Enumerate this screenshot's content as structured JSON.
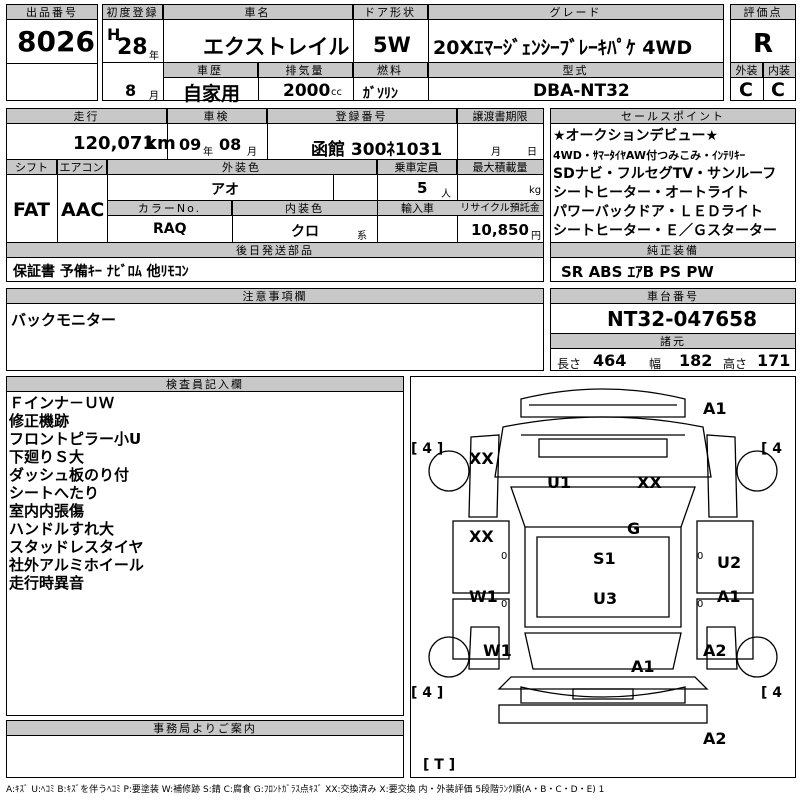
{
  "lot": {
    "label": "出品番号",
    "value": "8026"
  },
  "first_reg": {
    "label": "初度登録",
    "era": "H",
    "year": "28",
    "year_unit": "年",
    "month": "8",
    "month_unit": "月"
  },
  "car_name": {
    "label": "車名",
    "value": "エクストレイル"
  },
  "door": {
    "label": "ドア形状",
    "value": "5W"
  },
  "grade": {
    "label": "グレード",
    "value": "20Xｴﾏｰｼﾞｪﾝｼｰﾌﾞﾚｰｷﾊﾟｹ 4WD"
  },
  "score": {
    "label": "評価点",
    "value": "R"
  },
  "history": {
    "label": "車歴",
    "value": "自家用"
  },
  "displacement": {
    "label": "排気量",
    "value": "2000",
    "unit": "cc"
  },
  "fuel": {
    "label": "燃料",
    "value": "ｶﾞｿﾘﾝ"
  },
  "model": {
    "label": "型式",
    "value": "DBA-NT32"
  },
  "exterior_score": {
    "label": "外装",
    "value": "C"
  },
  "interior_score": {
    "label": "内装",
    "value": "C"
  },
  "mileage": {
    "label": "走行",
    "value": "120,071",
    "unit": "km"
  },
  "inspection": {
    "label": "車検",
    "year": "09",
    "year_unit": "年",
    "month": "08",
    "month_unit": "月"
  },
  "plate": {
    "label": "登録番号",
    "value": "函館 300ﾈ1031"
  },
  "transfer_deadline": {
    "label": "譲渡書期限",
    "month_unit": "月",
    "day_unit": "日"
  },
  "shift": {
    "label": "シフト",
    "value": "FAT"
  },
  "aircon": {
    "label": "エアコン",
    "value": "AAC"
  },
  "ext_color": {
    "label": "外装色",
    "value": "アオ"
  },
  "capacity": {
    "label": "乗車定員",
    "value": "5",
    "unit": "人"
  },
  "max_load": {
    "label": "最大積載量",
    "unit": "kg"
  },
  "color_no": {
    "label": "カラーNo.",
    "value": "RAQ"
  },
  "int_color": {
    "label": "内装色",
    "value": "クロ",
    "unit": "系"
  },
  "import": {
    "label": "輸入車"
  },
  "recycle": {
    "label": "リサイクル預託金",
    "value": "10,850",
    "unit": "円"
  },
  "later_parts": {
    "label": "後日発送部品",
    "value": "保証書 予備ｷｰ ﾅﾋﾞﾛﾑ 他ﾘﾓｺﾝ"
  },
  "sales_points": {
    "label": "セールスポイント",
    "lines": [
      "★オークションデビュー★",
      "4WD・ｻﾏｰﾀｲﾔAW付つみこみ・ｲﾝﾃﾘｷｰ",
      "SDナビ・フルセグTV・サンルーフ",
      "シートヒーター・オートライト",
      "パワーバックドア・ＬＥＤライト",
      "シートヒーター・Ｅ／Ｇスターター"
    ]
  },
  "equipment": {
    "label": "純正装備",
    "value": "SR ABS ｴｱB PS PW"
  },
  "notes": {
    "label": "注意事項欄",
    "value": "バックモニター"
  },
  "chassis": {
    "label": "車台番号",
    "value": "NT32-047658"
  },
  "specs": {
    "label": "諸元",
    "length_label": "長さ",
    "length": "464",
    "width_label": "幅",
    "width": "182",
    "height_label": "高さ",
    "height": "171"
  },
  "inspector": {
    "label": "検査員記入欄",
    "lines": [
      "Ｆインナ－ＵＷ",
      "修正機跡",
      "フロントピラー小U",
      "下廻りＳ大",
      "ダッシュ板のり付",
      "シートへたり",
      "室内内張傷",
      "ハンドルすれ大",
      "スタッドレスタイヤ",
      "社外アルミホイール",
      "走行時異音"
    ]
  },
  "office": {
    "label": "事務局よりご案内"
  },
  "diagram": {
    "marks": {
      "a1_top": "A1",
      "xx_left": "XX",
      "u1": "U1",
      "xx_center": "XX",
      "g": "G",
      "xx_side": "XX",
      "s1": "S1",
      "u2": "U2",
      "w1_left": "W1",
      "u3": "U3",
      "a1_right": "A1",
      "w1_rear": "W1",
      "a2_right": "A2",
      "a1_rear": "A1",
      "a2_bottom": "A2"
    },
    "tires": {
      "fl": "4",
      "fr": "4",
      "rl": "4",
      "rr": "4",
      "spare": "T"
    },
    "zeros": {
      "a": "0",
      "b": "0",
      "c": "0",
      "d": "0"
    }
  },
  "legend": "A:ｷｽﾞ  U:ﾍｺﾐ  B:ｷｽﾞを伴うﾍｺﾐ  P:要塗装  W:補修跡  S:錆  C:腐食  G:ﾌﾛﾝﾄｶﾞﾗｽ点ｷｽﾞ  XX:交換済み  X:要交換   内・外装評価  5段階ﾗﾝｸ順(A・B・C・D・E) 1"
}
